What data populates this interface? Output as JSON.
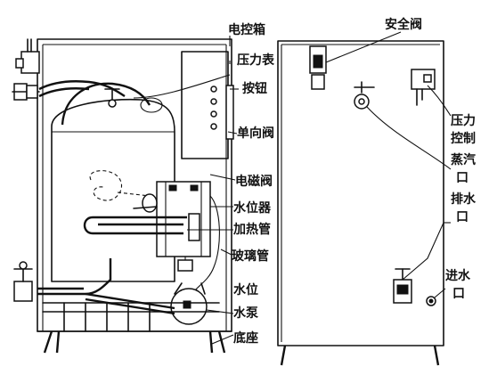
{
  "labels": {
    "control_box": "电控箱",
    "pressure_gauge": "压力表",
    "button": "按钮",
    "check_valve": "单向阀",
    "solenoid_valve": "电磁阀",
    "water_level_device": "水位器",
    "heating_tube": "加热管",
    "glass_tube_level_1": "玻璃管",
    "glass_tube_level_2": "水位",
    "water_pump": "水泵",
    "base": "底座",
    "safety_valve": "安全阀",
    "pressure_control_1": "压力",
    "pressure_control_2": "控制",
    "steam_outlet_1": "蒸汽",
    "steam_outlet_2": "口",
    "drain_outlet_1": "排水",
    "drain_outlet_2": "口",
    "water_inlet_1": "进水",
    "water_inlet_2": "口"
  }
}
